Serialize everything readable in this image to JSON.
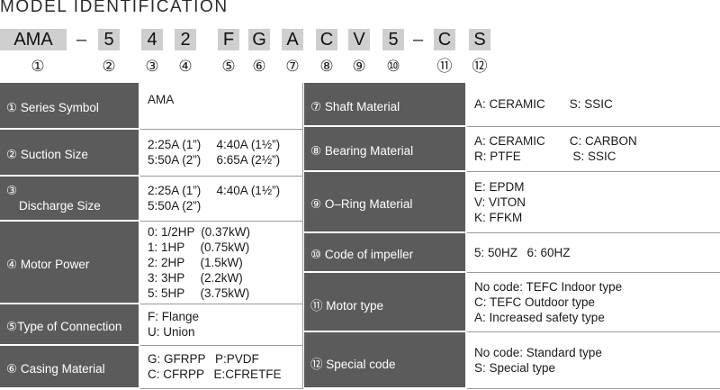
{
  "title": "MODEL IDENTIFICATION",
  "code": {
    "series": "AMA",
    "dash1": "–",
    "chars": [
      "5",
      "4",
      "2",
      "F",
      "G",
      "A",
      "C",
      "V",
      "5"
    ],
    "dash2": "–",
    "suffix": [
      "C",
      "S"
    ],
    "numbers": [
      "①",
      "②",
      "③",
      "④",
      "⑤",
      "⑥",
      "⑦",
      "⑧",
      "⑨",
      "⑩",
      "⑪",
      "⑫"
    ]
  },
  "left_table": [
    {
      "label": "① Series Symbol",
      "lines": [
        "AMA"
      ]
    },
    {
      "label": "② Suction Size",
      "lines": [
        "2:25A (1”)  4:40A (1½”)",
        "5:50A (2”)  6:65A (2½”)"
      ]
    },
    {
      "label": "③",
      "label2": "Discharge Size",
      "lines": [
        "2:25A (1”)  4:40A (1½”)",
        "5:50A (2”)"
      ]
    },
    {
      "label": "④ Motor Power",
      "lines": [
        "0: 1/2HP (0.37kW)",
        "1: 1HP  (0.75kW)",
        "2: 2HP  (1.5kW)",
        "3: 3HP  (2.2kW)",
        "5: 5HP  (3.75kW)"
      ]
    },
    {
      "label": "⑤Type of Connection",
      "lines": [
        "F: Flange",
        "U: Union"
      ]
    },
    {
      "label": "⑥ Casing Material",
      "lines": [
        "G: GFRPP  P:PVDF",
        "C: CFRPP  E:CFRETFE"
      ]
    }
  ],
  "right_table": [
    {
      "label": "⑦ Shaft Material",
      "lines": [
        "A: CERAMIC  S: SSIC"
      ]
    },
    {
      "label": "⑧ Bearing Material",
      "lines": [
        "A: CERAMIC  C: CARBON",
        "R: PTFE     S: SSIC"
      ]
    },
    {
      "label": "⑨ O–Ring Material",
      "lines": [
        "E: EPDM",
        "V: VITON",
        "K: FFKM"
      ]
    },
    {
      "label": "⑩ Code of impeller",
      "lines": [
        "5: 50HZ  6: 60HZ"
      ]
    },
    {
      "label": "⑪ Motor type",
      "lines": [
        "No code: TEFC Indoor type",
        "C: TEFC Outdoor type",
        "A: Increased safety type"
      ]
    },
    {
      "label": "⑫ Special code",
      "lines": [
        "No code: Standard type",
        "S: Special type"
      ]
    }
  ]
}
